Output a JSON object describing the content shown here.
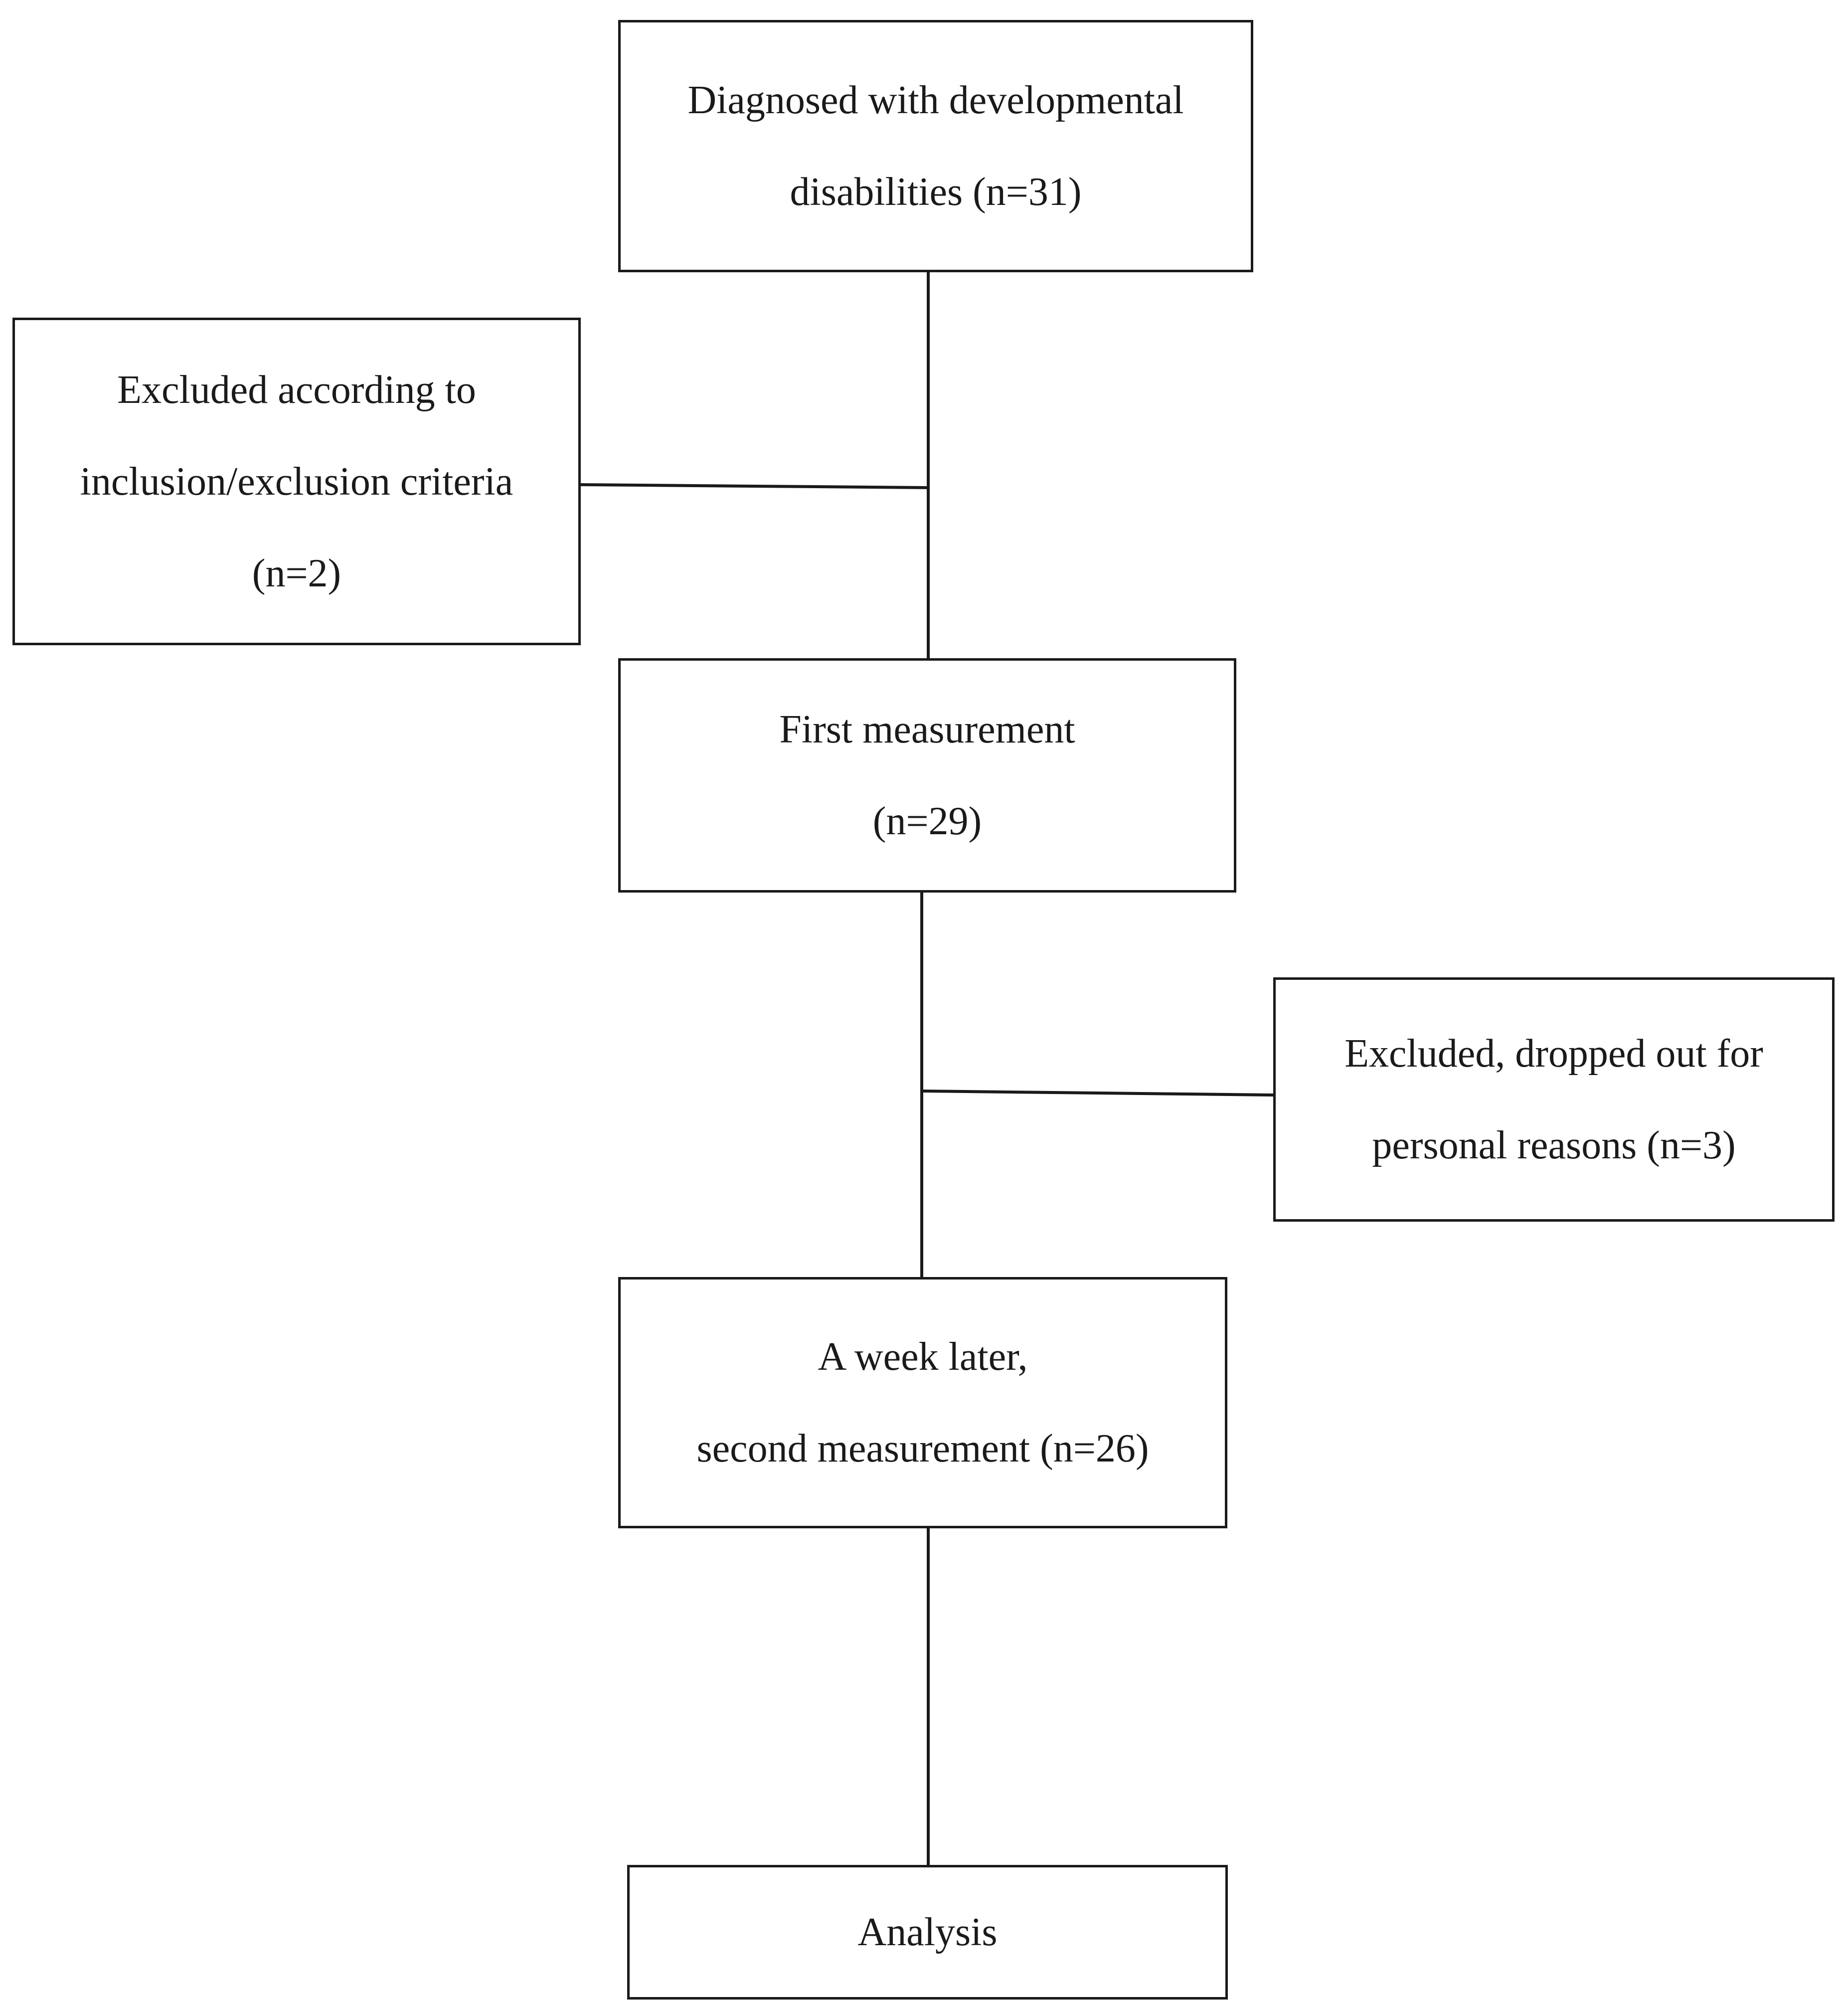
{
  "flowchart": {
    "nodes": [
      {
        "id": "diagnosed",
        "lines": [
          "Diagnosed with developmental",
          "disabilities (n=31)"
        ]
      },
      {
        "id": "excluded_criteria",
        "lines": [
          "Excluded according to",
          "inclusion/exclusion criteria",
          "(n=2)"
        ]
      },
      {
        "id": "first_measurement",
        "lines": [
          "First measurement",
          "(n=29)"
        ]
      },
      {
        "id": "dropout",
        "lines": [
          "Excluded, dropped out for",
          "personal reasons (n=3)"
        ]
      },
      {
        "id": "second_measurement",
        "lines": [
          "A week later,",
          "second measurement (n=26)"
        ]
      },
      {
        "id": "analysis",
        "lines": [
          "Analysis"
        ]
      }
    ],
    "edges": [
      {
        "from": "diagnosed",
        "to": "first_measurement"
      },
      {
        "from": "diagnosed",
        "to": "excluded_criteria"
      },
      {
        "from": "first_measurement",
        "to": "second_measurement"
      },
      {
        "from": "first_measurement",
        "to": "dropout"
      },
      {
        "from": "second_measurement",
        "to": "analysis"
      }
    ]
  }
}
